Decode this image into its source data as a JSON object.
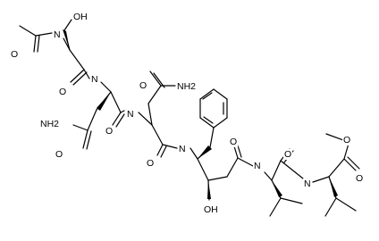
{
  "atoms": {
    "ho_ser": "OH",
    "n_ac": "N",
    "o_ac": "O",
    "o_ser_co": "O",
    "n_gln": "N",
    "o_gln_co": "O",
    "n_asn": "N",
    "nh2_gln": "NH2",
    "o_gln_side": "O",
    "nh2_asn": "NH2",
    "o_asn_side": "O",
    "o_asn_co": "O",
    "n_sta": "N",
    "o_sta_co": "O",
    "oh_sta": "OH",
    "n_val1": "N",
    "o_val1_co": "O",
    "n_val2": "N",
    "o_ester_carbonyl": "O",
    "o_ester": "O"
  }
}
